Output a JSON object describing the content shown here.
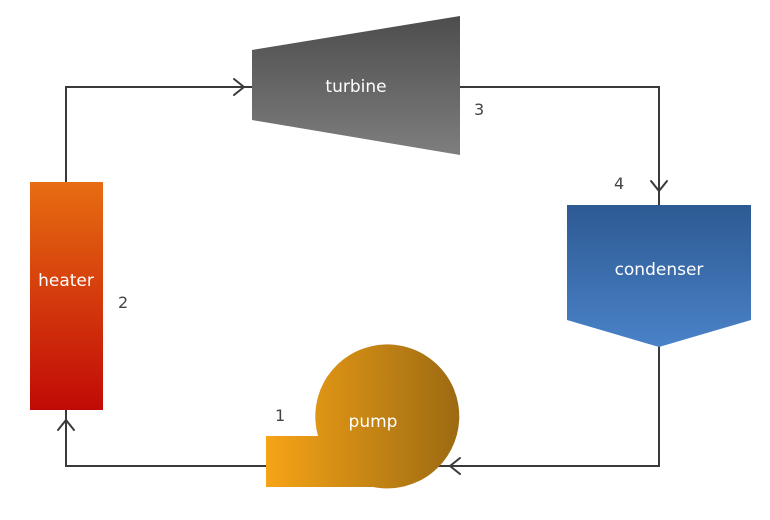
{
  "components": {
    "turbine": {
      "label": "turbine"
    },
    "condenser": {
      "label": "condenser"
    },
    "pump": {
      "label": "pump"
    },
    "heater": {
      "label": "heater"
    }
  },
  "state_points": [
    "1",
    "2",
    "3",
    "4"
  ],
  "colors": {
    "line": "#3a3a3a",
    "turbine_top": "#4d4d4d",
    "turbine_bottom": "#7e7e7e",
    "condenser_top": "#2d5a93",
    "condenser_bottom": "#4a82c8",
    "pump_left": "#f6a417",
    "pump_right": "#9c6a12",
    "heater_top": "#e76d12",
    "heater_bottom": "#c10a06"
  },
  "icons": {
    "flow_arrow": "chevron-arrow-icon"
  }
}
